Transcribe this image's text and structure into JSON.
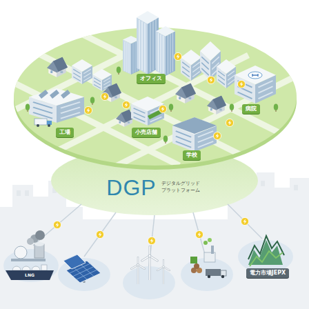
{
  "diagram": {
    "nodes": [
      {
        "text": [
          "オフィス"
        ]
      },
      {
        "text": [
          "病院"
        ]
      },
      {
        "text": [
          "工場"
        ]
      },
      {
        "text": [
          "小売店舗"
        ]
      },
      {
        "text": [
          "学校"
        ]
      },
      {
        "text": [
          "DGP",
          "デジタルグリッド プラットフォーム"
        ]
      },
      {
        "text": [
          "電力市場JEPX"
        ]
      }
    ],
    "labels": [
      "LNG"
    ]
  }
}
